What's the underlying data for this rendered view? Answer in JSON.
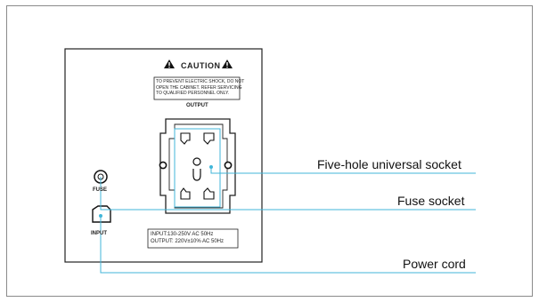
{
  "panel": {
    "caution_title": "CAUTION",
    "caution_text": [
      "TO PREVENT ELECTRIC SHOCK, DO NOT",
      "OPEN THE CABINET. REFER SERVICING",
      "TO QUALIFIED PERSONNEL ONLY."
    ],
    "output_label": "OUTPUT",
    "fuse_label": "FUSE",
    "input_label": "INPUT",
    "rating_line_1": "INPUT:130-250V  AC  50Hz",
    "rating_line_2": "OUTPUT: 220V±10%  AC 50Hz"
  },
  "callouts": {
    "socket": "Five-hole universal socket",
    "fuse": "Fuse socket",
    "power": "Power cord"
  },
  "colors": {
    "leader_line": "#41b6d9",
    "panel_stroke": "#222222",
    "frame_border": "#8a8a8a"
  }
}
